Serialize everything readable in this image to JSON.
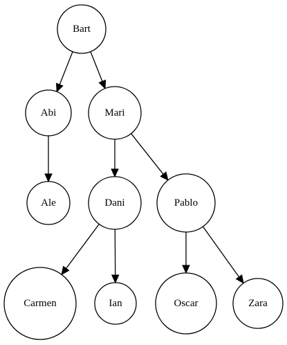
{
  "tree": {
    "nodes": [
      {
        "id": "bart",
        "label": "Bart"
      },
      {
        "id": "abi",
        "label": "Abi"
      },
      {
        "id": "mari",
        "label": "Mari"
      },
      {
        "id": "ale",
        "label": "Ale"
      },
      {
        "id": "dani",
        "label": "Dani"
      },
      {
        "id": "pablo",
        "label": "Pablo"
      },
      {
        "id": "carmen",
        "label": "Carmen"
      },
      {
        "id": "ian",
        "label": "Ian"
      },
      {
        "id": "oscar",
        "label": "Oscar"
      },
      {
        "id": "zara",
        "label": "Zara"
      }
    ],
    "edges": [
      {
        "from": "bart",
        "to": "abi"
      },
      {
        "from": "bart",
        "to": "mari"
      },
      {
        "from": "abi",
        "to": "ale"
      },
      {
        "from": "mari",
        "to": "dani"
      },
      {
        "from": "mari",
        "to": "pablo"
      },
      {
        "from": "dani",
        "to": "carmen"
      },
      {
        "from": "dani",
        "to": "ian"
      },
      {
        "from": "pablo",
        "to": "oscar"
      },
      {
        "from": "pablo",
        "to": "zara"
      }
    ]
  }
}
